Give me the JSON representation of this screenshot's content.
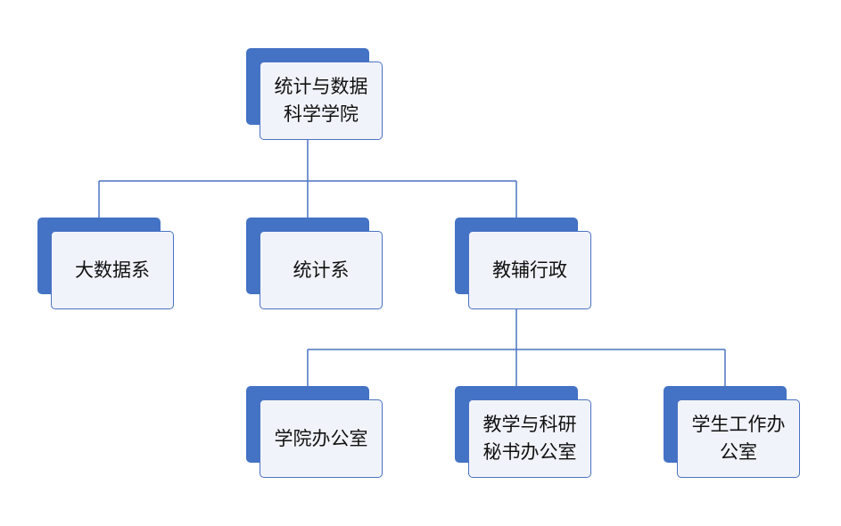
{
  "colors": {
    "box_fill": "#4472c4",
    "card_fill": "#f1f3fb",
    "card_border": "#4a72c4",
    "line": "#4a72c4"
  },
  "nodes": {
    "root": "统计与数据科学学院",
    "big_data": "大数据系",
    "statistics": "统计系",
    "admin": "教辅行政",
    "dean_office": "学院办公室",
    "teaching_secretary": "教学与科研秘书办公室",
    "student_office": "学生工作办公室"
  }
}
